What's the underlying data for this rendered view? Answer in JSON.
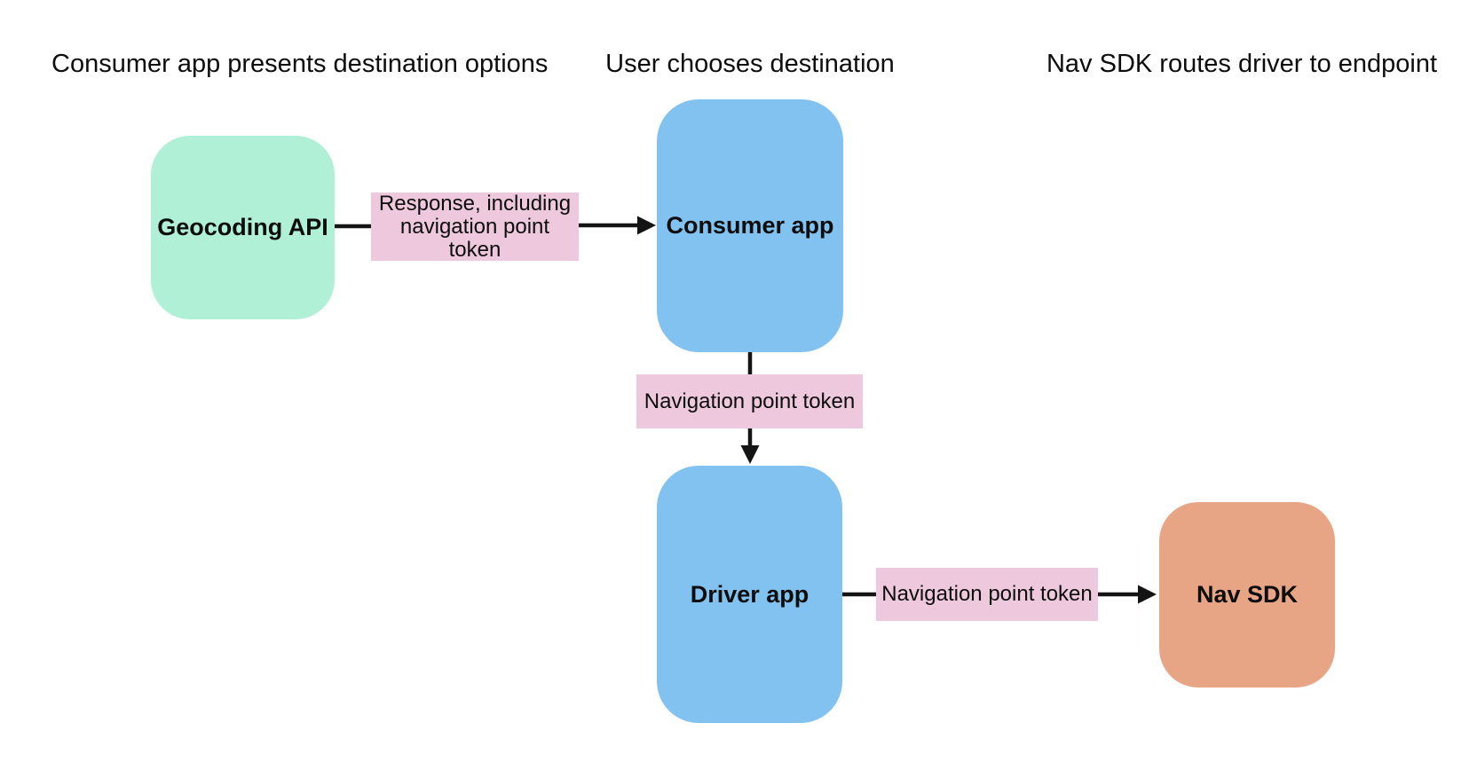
{
  "canvas": {
    "background": "#ffffff",
    "text_color": "#0d0d0d",
    "arrow_color": "#141414"
  },
  "column_headers": [
    {
      "text": "Consumer app presents destination options"
    },
    {
      "text": "User chooses destination"
    },
    {
      "text": "Nav SDK routes driver to endpoint"
    }
  ],
  "nodes": [
    {
      "id": "geocoding-api",
      "label": "Geocoding API",
      "fill": "#b0f0d6"
    },
    {
      "id": "consumer-app",
      "label": "Consumer app",
      "fill": "#82c2f0"
    },
    {
      "id": "driver-app",
      "label": "Driver app",
      "fill": "#82c2f0"
    },
    {
      "id": "nav-sdk",
      "label": "Nav SDK",
      "fill": "#e8a585"
    }
  ],
  "edge_labels": [
    {
      "id": "response",
      "text": "Response, including navigation point token",
      "fill": "#eec9dd"
    },
    {
      "id": "token-consumer-driver",
      "text": "Navigation point token",
      "fill": "#eec9dd"
    },
    {
      "id": "token-driver-navsdk",
      "text": "Navigation point token",
      "fill": "#eec9dd"
    }
  ]
}
